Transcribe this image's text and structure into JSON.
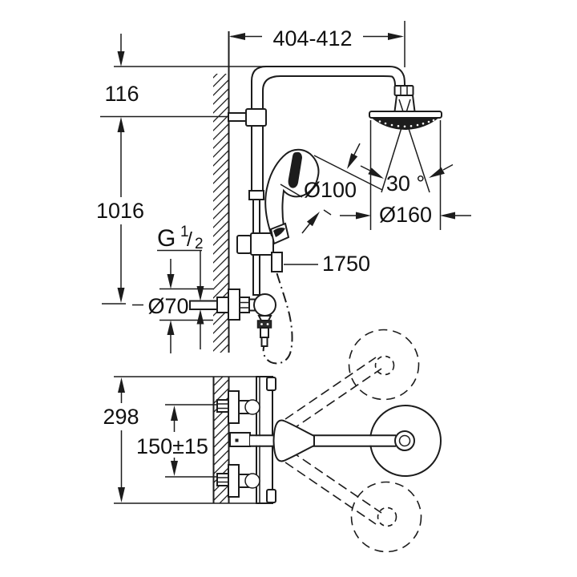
{
  "drawing": {
    "background": "#ffffff",
    "line_color": "#1c1c1c",
    "type": "shower-system-installation-dimension-drawing",
    "dimensions": {
      "arm_projection": "404-412",
      "head_offset": "116",
      "rail_height": "1016",
      "thread_g": "G",
      "thread_num": "1",
      "thread_slash": "/",
      "thread_den": "2",
      "hand_shower_diameter": "Ø100",
      "spray_angle": "30 °",
      "head_shower_diameter": "Ø160",
      "hose_length": "1750",
      "escutcheon_diameter": "Ø70",
      "mixer_depth": "298",
      "inlet_spacing": "150±15"
    }
  }
}
